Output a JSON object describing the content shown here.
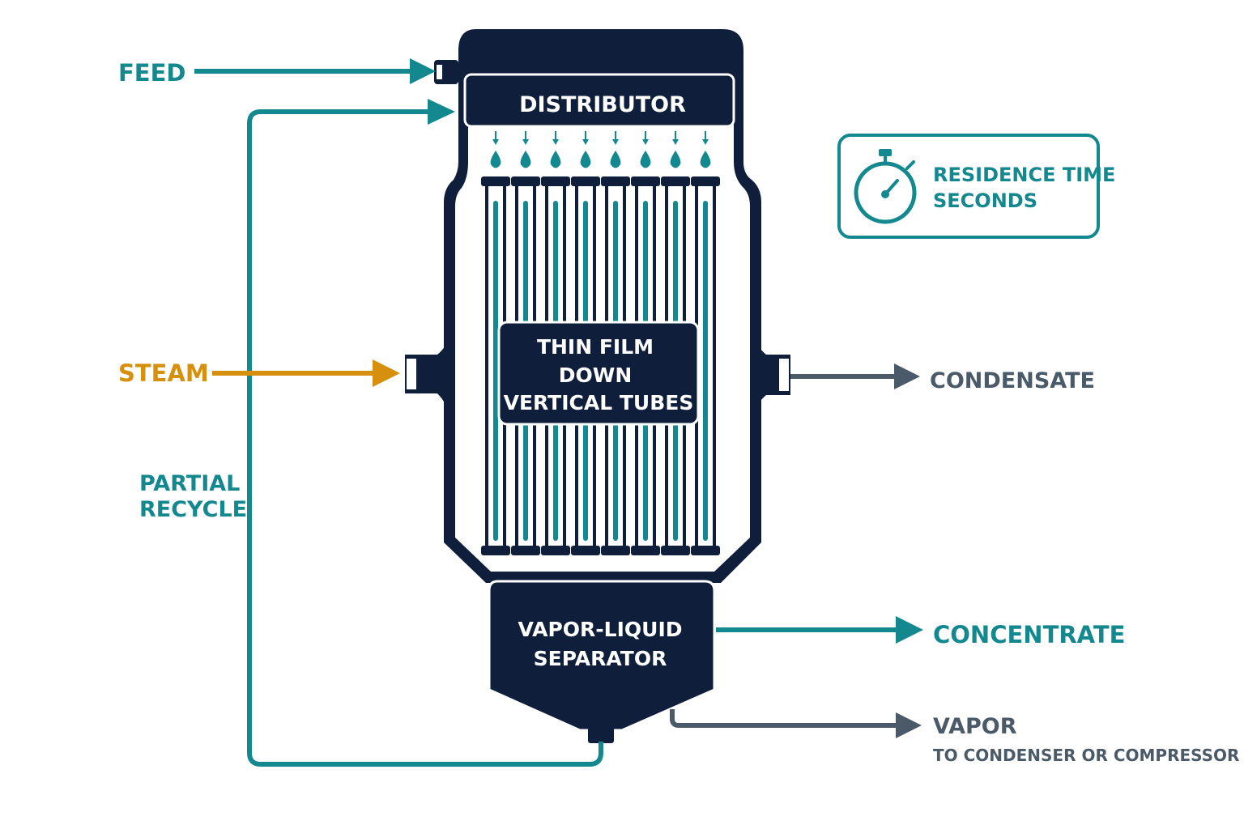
{
  "colors": {
    "navy": "#0f1f3b",
    "teal": "#13888f",
    "amber": "#d6900e",
    "gray": "#4a5a68",
    "white": "#ffffff"
  },
  "inputs": {
    "feed": "FEED",
    "steam": "STEAM",
    "recycle_line1": "PARTIAL",
    "recycle_line2": "RECYCLE"
  },
  "vessel": {
    "distributor": "DISTRIBUTOR",
    "tubes_line1": "THIN FILM",
    "tubes_line2": "DOWN",
    "tubes_line3": "VERTICAL TUBES",
    "separator_line1": "VAPOR-LIQUID",
    "separator_line2": "SEPARATOR"
  },
  "outputs": {
    "condensate": "CONDENSATE",
    "concentrate": "CONCENTRATE",
    "vapor": "VAPOR",
    "vapor_sub": "TO CONDENSER OR COMPRESSOR"
  },
  "residence": {
    "icon": "stopwatch-icon",
    "line1": "RESIDENCE TIME",
    "line2": "SECONDS"
  }
}
